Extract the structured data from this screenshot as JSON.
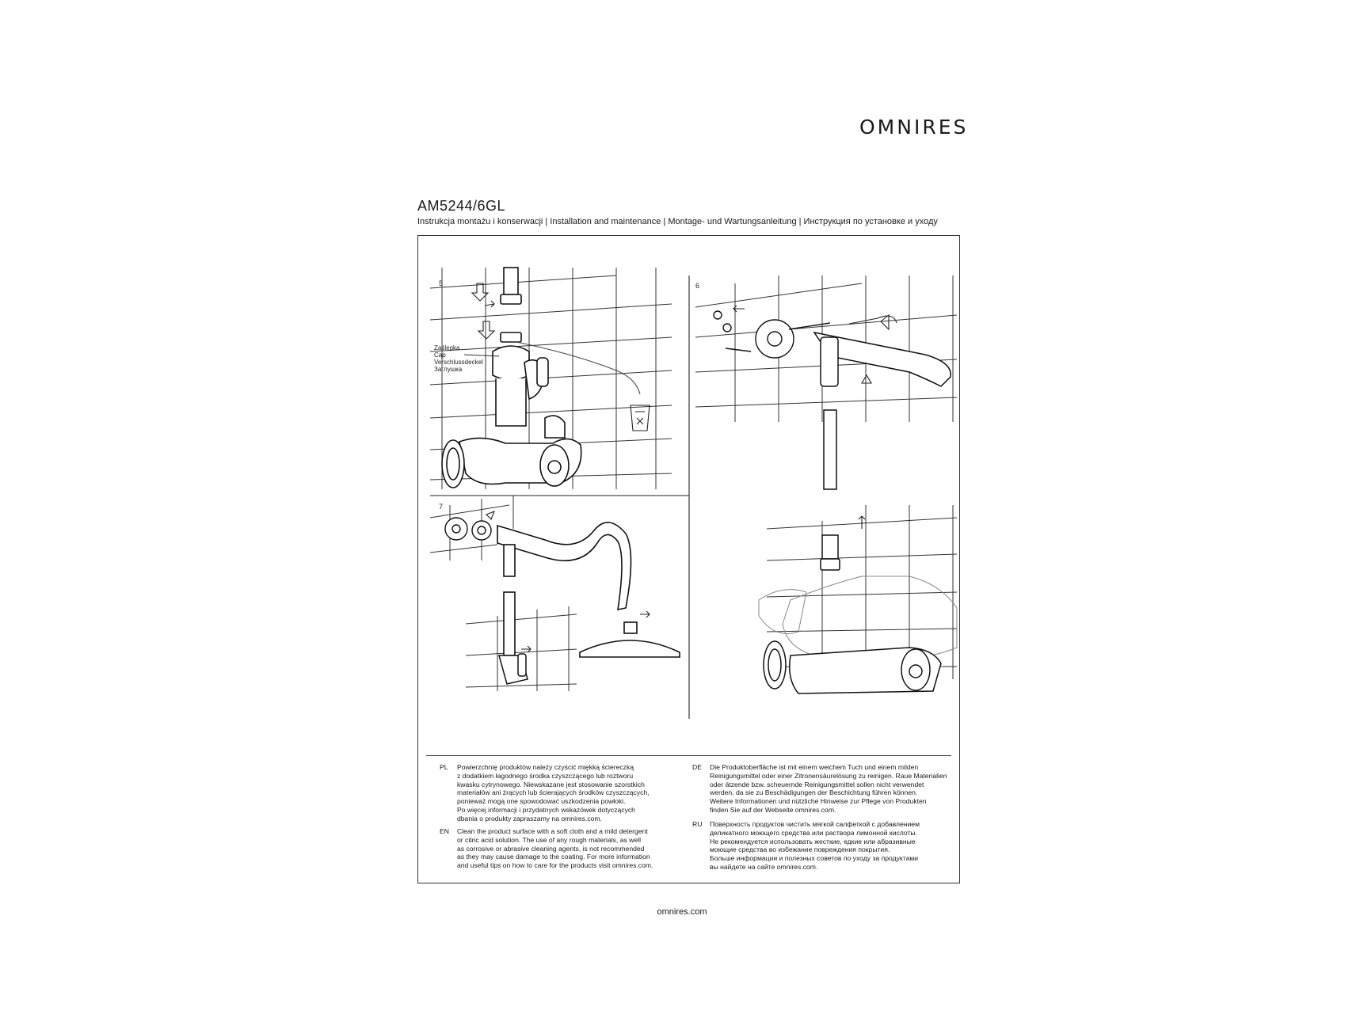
{
  "brand": "OMNIRES",
  "document": {
    "model": "AM5244/6GL",
    "subtitle": "Instrukcja montażu i konserwacji | Installation and maintenance | Montage- und Wartungsanleitung | Инструкция по установке и уходу"
  },
  "steps": [
    {
      "number": "5",
      "cap_labels": [
        "Zaślepka",
        "Cap",
        "Verschlussdeckel",
        "Заглушка"
      ]
    },
    {
      "number": "6"
    },
    {
      "number": "7"
    }
  ],
  "care": [
    {
      "code": "PL",
      "text": "Powierzchnię produktów należy czyścić miękką ściereczką\nz dodatkiem łagodnego środka czyszczącego lub roztworu\nkwasku cytrynowego. Niewskazane jest stosowanie szorstkich\nmateriałów ani żrących lub ścierających środków czyszczących,\nponieważ mogą one spowodować uszkodzenia powłoki.\nPo więcej informacji i przydatnych wskazówek dotyczących\ndbania o produkty zapraszamy na omnires.com."
    },
    {
      "code": "EN",
      "text": "Clean the product surface with a soft cloth and a mild detergent\nor citric acid solution. The use of any rough materials, as well\nas corrosive or abrasive cleaning agents, is not recommended\nas they may cause damage to the coating. For more information\nand useful tips on how to care for the products visit omnires.com."
    },
    {
      "code": "DE",
      "text": "Die Produktoberfläche ist mit einem weichem Tuch und einem milden\nReinigungsmittel oder einer Zitronensäurelösung zu reinigen. Raue Materialien\noder ätzende bzw. scheuernde Reinigungsmittel sollen nicht verwendet\nwerden, da sie zu Beschädigungen der Beschichtung führen können.\nWeitere Informationen und nützliche Hinweise zur Pflege von Produkten\nfinden Sie auf der Webseite omnires.com."
    },
    {
      "code": "RU",
      "text": "Поверхность продуктов чистить мягкой салфеткой с добавлением\nделикатного моющего средства или раствора лимонной кислоты.\nНе рекомендуется использовать жесткие, едкие или абразивные\nмоющие средства во избежание повреждения покрытия.\nБольше информации и полезных советов по уходу за продуктами\nвы найдете на сайте omnires.com."
    }
  ],
  "footer": {
    "url": "omnires.com"
  }
}
